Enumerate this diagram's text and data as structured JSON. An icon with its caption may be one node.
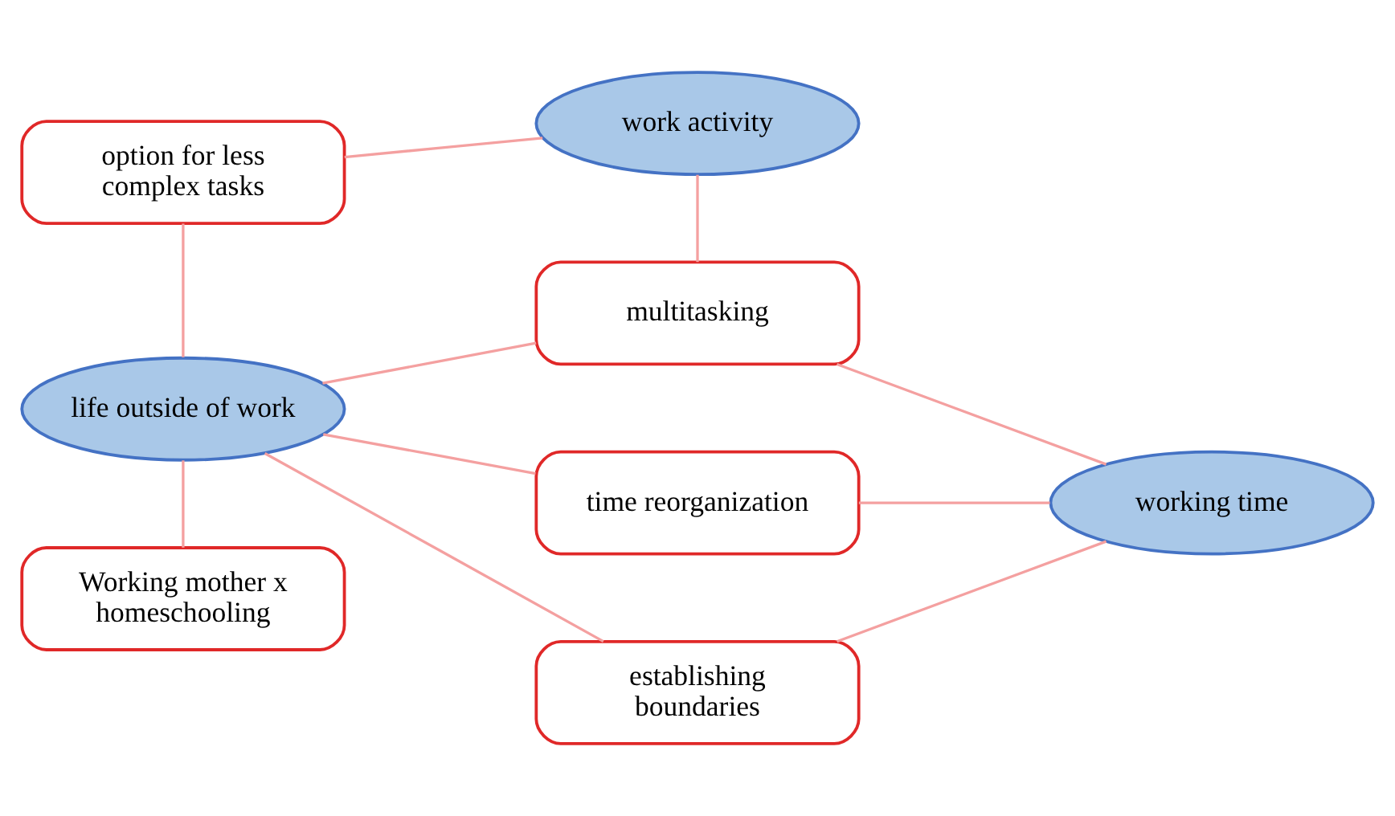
{
  "diagram": {
    "nodes": [
      {
        "text": [
          "option for less complex tasks"
        ]
      },
      {
        "text": [
          "work activity"
        ]
      },
      {
        "text": [
          "multitasking"
        ]
      },
      {
        "text": [
          "life outside of work"
        ]
      },
      {
        "text": [
          "working time"
        ]
      },
      {
        "text": [
          "time reorganization"
        ]
      },
      {
        "text": [
          "Working mother x homeschooling"
        ]
      },
      {
        "text": [
          "establishing boundaries"
        ]
      }
    ],
    "edges": [
      {
        "from": 0,
        "to": 1,
        "arrow": "none"
      },
      {
        "from": 0,
        "to": 3,
        "arrow": "none"
      },
      {
        "from": 1,
        "to": 2,
        "arrow": "none"
      },
      {
        "from": 2,
        "to": 3,
        "arrow": "none"
      },
      {
        "from": 2,
        "to": 4,
        "arrow": "none"
      },
      {
        "from": 3,
        "to": 5,
        "arrow": "none"
      },
      {
        "from": 3,
        "to": 7,
        "arrow": "none"
      },
      {
        "from": 3,
        "to": 6,
        "arrow": "none"
      },
      {
        "from": 5,
        "to": 4,
        "arrow": "none"
      },
      {
        "from": 7,
        "to": 4,
        "arrow": "none"
      }
    ]
  }
}
